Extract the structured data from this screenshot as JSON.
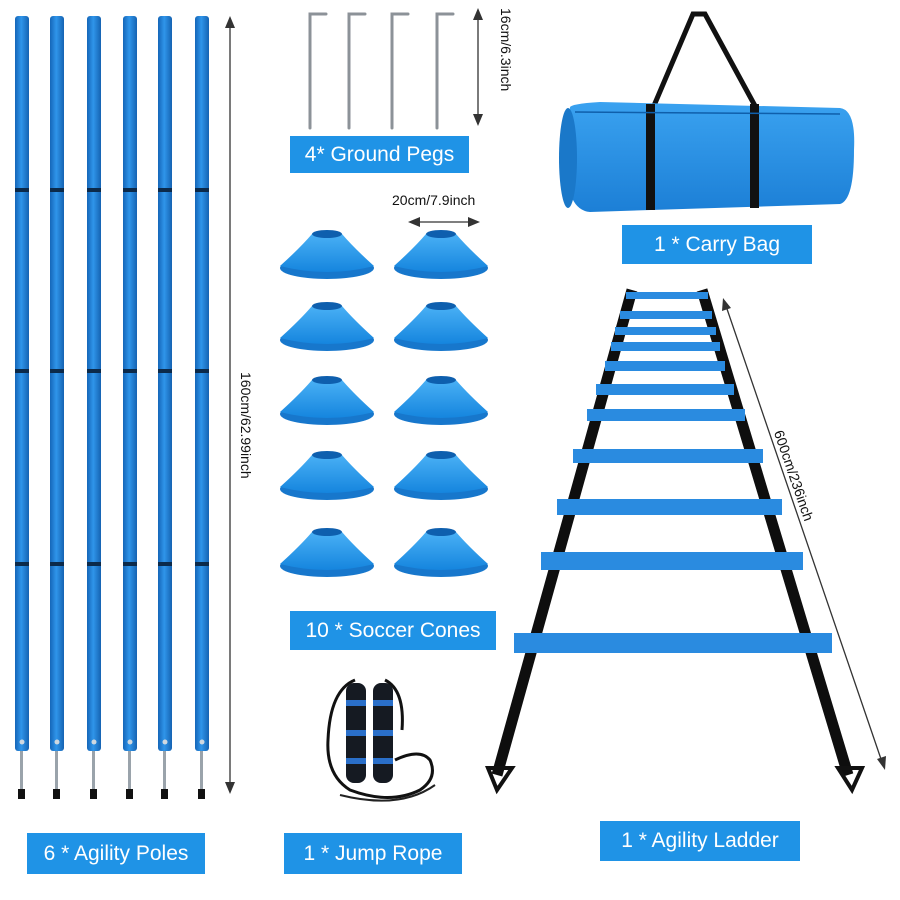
{
  "labels": {
    "poles": "6 * Agility Poles",
    "pegs": "4* Ground Pegs",
    "cones": "10 * Soccer Cones",
    "rope": "1 * Jump Rope",
    "bag": "1 * Carry Bag",
    "ladder": "1 * Agility Ladder"
  },
  "dimensions": {
    "poles": "160cm/62.99inch",
    "pegs": "16cm/6.3inch",
    "cones": "20cm/7.9inch",
    "ladder": "600cm/236inch"
  },
  "colors": {
    "label_bg": "#1f93e6",
    "label_text": "#ffffff",
    "product_blue": "#2a8be0",
    "strap_black": "#111111"
  }
}
